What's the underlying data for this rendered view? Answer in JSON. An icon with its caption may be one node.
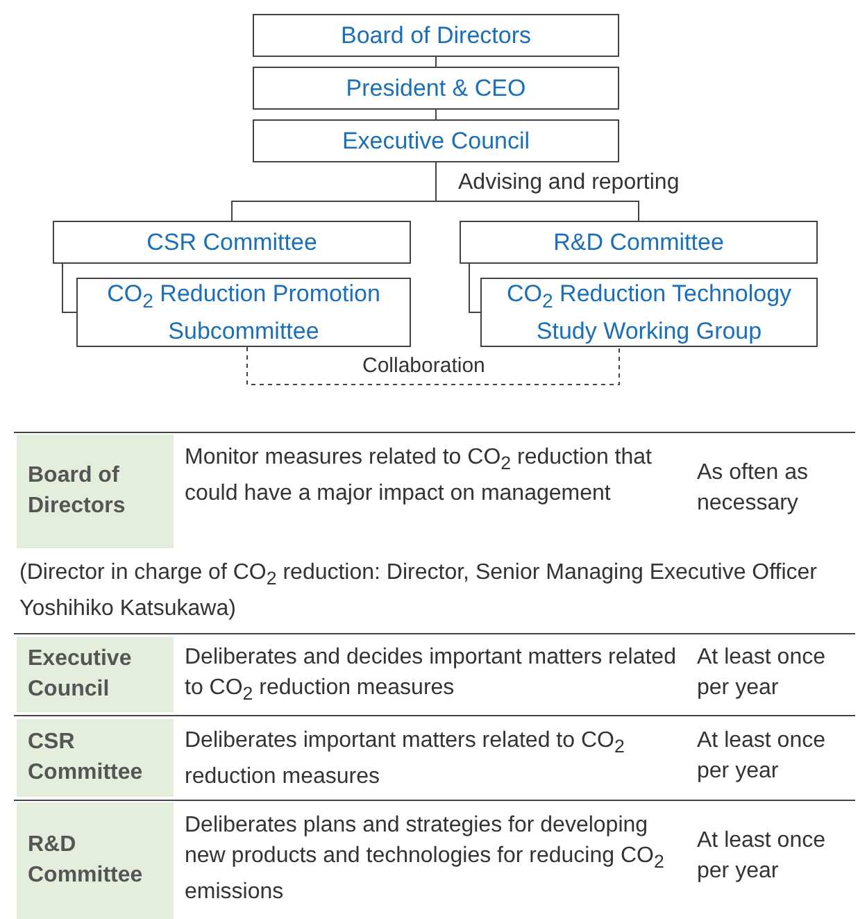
{
  "diagram": {
    "nodes": [
      {
        "text": [
          "Board of Directors"
        ]
      },
      {
        "text": [
          "President & CEO"
        ]
      },
      {
        "text": [
          "Executive Council"
        ]
      },
      {
        "text": [
          "CSR Committee"
        ]
      },
      {
        "text": [
          "CO$_{2}$ Reduction Promotion Subcommittee"
        ]
      },
      {
        "text": [
          "R&D Committee"
        ]
      },
      {
        "text": [
          "CO$_{2}$ Reduction Technology Study Working Group"
        ]
      }
    ],
    "edges": [
      {
        "from": 0,
        "to": 1,
        "arrow": "none"
      },
      {
        "from": 1,
        "to": 2,
        "arrow": "none"
      },
      {
        "from": 2,
        "to": 3,
        "arrow": "none"
      },
      {
        "from": 2,
        "to": 5,
        "arrow": "none"
      },
      {
        "from": 3,
        "to": 4,
        "arrow": "none"
      },
      {
        "from": 5,
        "to": 6,
        "arrow": "none"
      },
      {
        "from": 4,
        "to": 6,
        "arrow": "none",
        "style": "dashed",
        "label": "Collaboration"
      }
    ],
    "labels": [
      "Advising and reporting",
      "Board of Directors",
      "Monitor measures related to CO$_{2}$ reduction that could have a major impact on management",
      "As often as necessary",
      "(Director in charge of CO$_{2}$ reduction: Director, Senior Managing Executive Officer Yoshihiko Katsukawa)",
      "Executive Council",
      "Deliberates and decides important matters related to CO$_{2}$ reduction measures",
      "At least once per year",
      "CSR Committee",
      "Deliberates important matters related to CO$_{2}$ reduction measures",
      "At least once per year",
      "R&D Committee",
      "Deliberates plans and strategies for developing new products and technologies for reducing CO$_{2}$ emissions",
      "At least once per year"
    ]
  }
}
